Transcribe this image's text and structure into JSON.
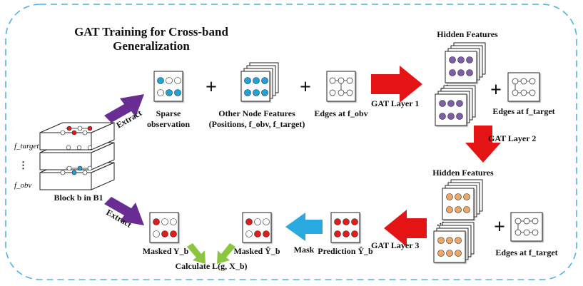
{
  "title": {
    "line1": "GAT Training for Cross-band",
    "line2": "Generalization"
  },
  "labels": {
    "extract_top": "Extract",
    "extract_bottom": "Extract",
    "sparse_line1": "Sparse",
    "sparse_line2": "observation",
    "other_features_line1": "Other Node Features",
    "other_features_line2": "(Positions, f_obv, f_target)",
    "edges_obv": "Edges at f_obv",
    "hidden_features_top": "Hidden Features",
    "hidden_features_bottom": "Hidden Features",
    "gat_layer_1": "GAT Layer 1",
    "gat_layer_2": "GAT Layer 2",
    "gat_layer_3": "GAT Layer 3",
    "edges_target_top": "Edges at f_target",
    "edges_target_bottom": "Edges at f_target",
    "block": "Block b in B1",
    "f_target": "f_target",
    "f_obv": "f_obv",
    "mask": "Mask",
    "masked_y": "Masked Y_b",
    "masked_yhat": "Masked Ŷ_b",
    "prediction": "Prediction Ŷ_b",
    "calculate": "Calculate L(g, X_b)",
    "plus": "+"
  },
  "colors": {
    "border": "#4fb4dc",
    "cyan_node": "#1fa3dd",
    "purple_node": "#7f5da8",
    "orange_node": "#f0a665",
    "red_node": "#e41b1b",
    "extract_arrow": "#6a2d93",
    "gat_arrow": "#e41414",
    "mask_arrow": "#29a9e0",
    "loss_arrow": "#8cc63f"
  }
}
